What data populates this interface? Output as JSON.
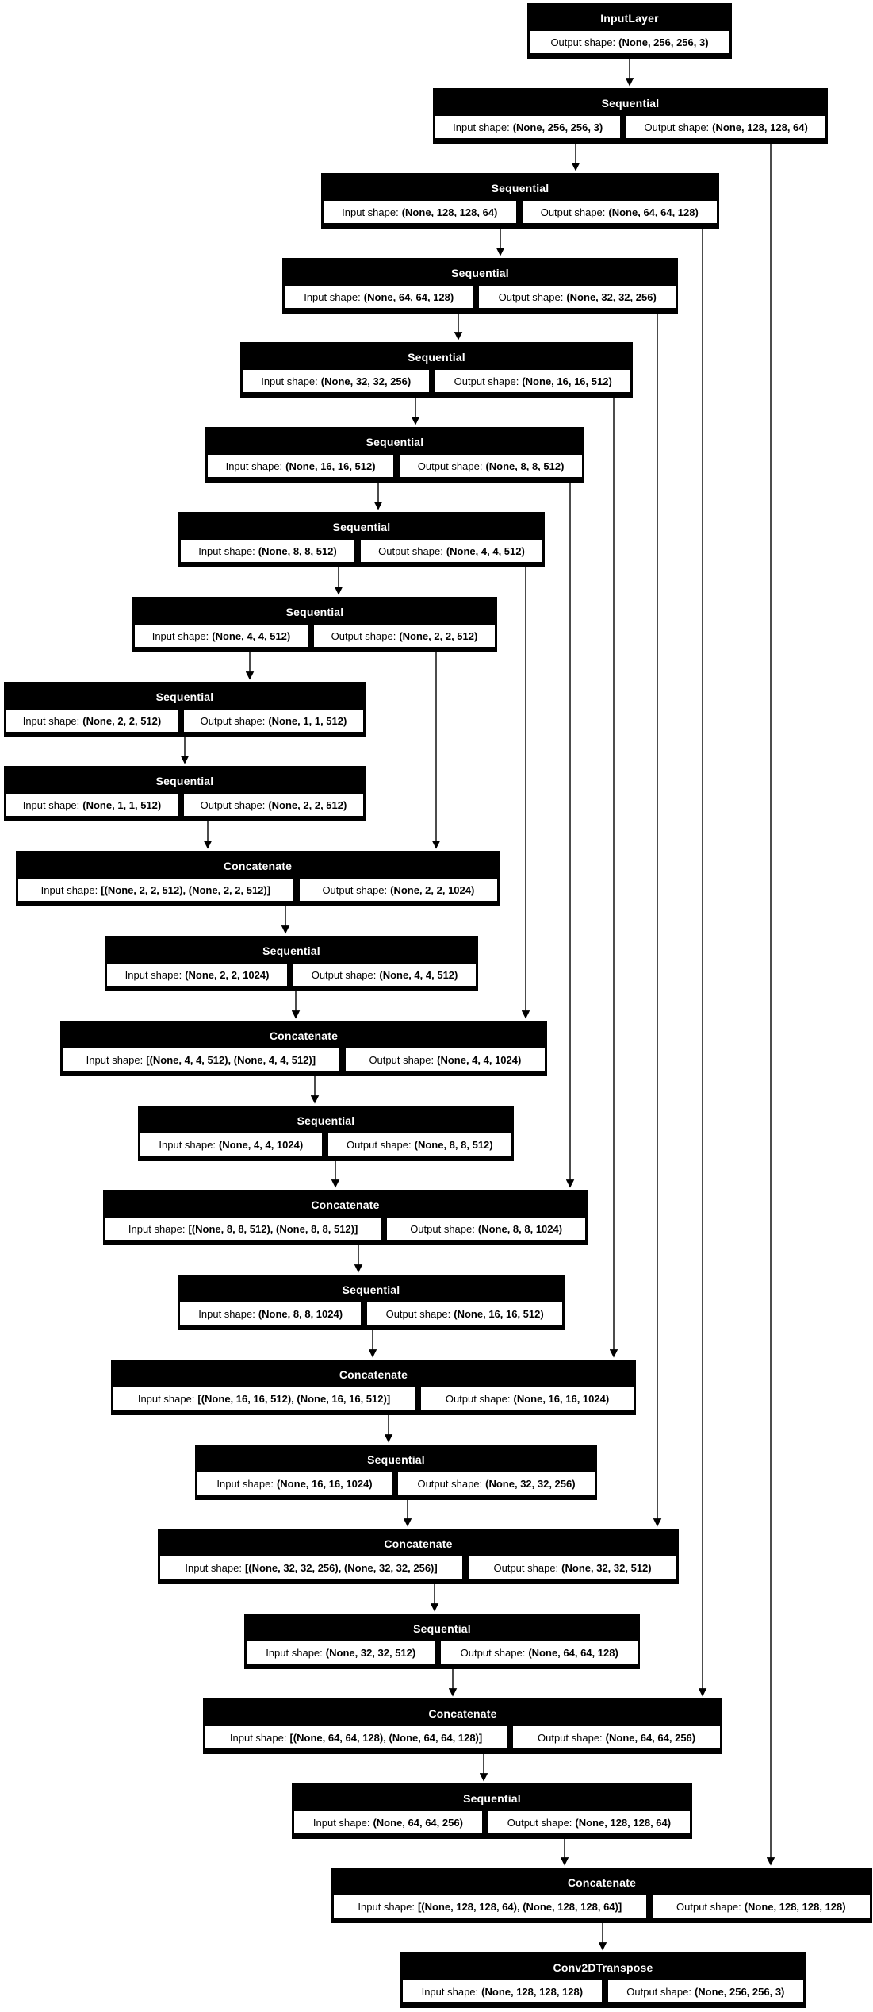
{
  "diagram": {
    "type": "keras-model-plot",
    "background_color": "#ffffff",
    "node_header_fill": "#000000",
    "node_header_text_color": "#ffffff",
    "node_cell_fill": "#ffffff",
    "node_cell_text_color": "#000000",
    "edge_color": "#000000"
  },
  "labels": {
    "input": "Input shape:",
    "output": "Output shape:"
  },
  "nodes": [
    {
      "title": "InputLayer",
      "input": null,
      "output": "(None, 256, 256, 3)"
    },
    {
      "title": "Sequential",
      "input": "(None, 256, 256, 3)",
      "output": "(None, 128, 128, 64)"
    },
    {
      "title": "Sequential",
      "input": "(None, 128, 128, 64)",
      "output": "(None, 64, 64, 128)"
    },
    {
      "title": "Sequential",
      "input": "(None, 64, 64, 128)",
      "output": "(None, 32, 32, 256)"
    },
    {
      "title": "Sequential",
      "input": "(None, 32, 32, 256)",
      "output": "(None, 16, 16, 512)"
    },
    {
      "title": "Sequential",
      "input": "(None, 16, 16, 512)",
      "output": "(None, 8, 8, 512)"
    },
    {
      "title": "Sequential",
      "input": "(None, 8, 8, 512)",
      "output": "(None, 4, 4, 512)"
    },
    {
      "title": "Sequential",
      "input": "(None, 4, 4, 512)",
      "output": "(None, 2, 2, 512)"
    },
    {
      "title": "Sequential",
      "input": "(None, 2, 2, 512)",
      "output": "(None, 1, 1, 512)"
    },
    {
      "title": "Sequential",
      "input": "(None, 1, 1, 512)",
      "output": "(None, 2, 2, 512)"
    },
    {
      "title": "Concatenate",
      "input": "[(None, 2, 2, 512), (None, 2, 2, 512)]",
      "output": "(None, 2, 2, 1024)"
    },
    {
      "title": "Sequential",
      "input": "(None, 2, 2, 1024)",
      "output": "(None, 4, 4, 512)"
    },
    {
      "title": "Concatenate",
      "input": "[(None, 4, 4, 512), (None, 4, 4, 512)]",
      "output": "(None, 4, 4, 1024)"
    },
    {
      "title": "Sequential",
      "input": "(None, 4, 4, 1024)",
      "output": "(None, 8, 8, 512)"
    },
    {
      "title": "Concatenate",
      "input": "[(None, 8, 8, 512), (None, 8, 8, 512)]",
      "output": "(None, 8, 8, 1024)"
    },
    {
      "title": "Sequential",
      "input": "(None, 8, 8, 1024)",
      "output": "(None, 16, 16, 512)"
    },
    {
      "title": "Concatenate",
      "input": "[(None, 16, 16, 512), (None, 16, 16, 512)]",
      "output": "(None, 16, 16, 1024)"
    },
    {
      "title": "Sequential",
      "input": "(None, 16, 16, 1024)",
      "output": "(None, 32, 32, 256)"
    },
    {
      "title": "Concatenate",
      "input": "[(None, 32, 32, 256), (None, 32, 32, 256)]",
      "output": "(None, 32, 32, 512)"
    },
    {
      "title": "Sequential",
      "input": "(None, 32, 32, 512)",
      "output": "(None, 64, 64, 128)"
    },
    {
      "title": "Concatenate",
      "input": "[(None, 64, 64, 128), (None, 64, 64, 128)]",
      "output": "(None, 64, 64, 256)"
    },
    {
      "title": "Sequential",
      "input": "(None, 64, 64, 256)",
      "output": "(None, 128, 128, 64)"
    },
    {
      "title": "Concatenate",
      "input": "[(None, 128, 128, 64), (None, 128, 128, 64)]",
      "output": "(None, 128, 128, 128)"
    },
    {
      "title": "Conv2DTranspose",
      "input": "(None, 128, 128, 128)",
      "output": "(None, 256, 256, 3)"
    }
  ],
  "edges": {
    "chain": [
      [
        0,
        1
      ],
      [
        1,
        2
      ],
      [
        2,
        3
      ],
      [
        3,
        4
      ],
      [
        4,
        5
      ],
      [
        5,
        6
      ],
      [
        6,
        7
      ],
      [
        7,
        8
      ],
      [
        8,
        9
      ],
      [
        9,
        10
      ],
      [
        10,
        11
      ],
      [
        11,
        12
      ],
      [
        12,
        13
      ],
      [
        13,
        14
      ],
      [
        14,
        15
      ],
      [
        15,
        16
      ],
      [
        16,
        17
      ],
      [
        17,
        18
      ],
      [
        18,
        19
      ],
      [
        19,
        20
      ],
      [
        20,
        21
      ],
      [
        21,
        22
      ],
      [
        22,
        23
      ]
    ],
    "skip": [
      [
        1,
        22
      ],
      [
        2,
        20
      ],
      [
        3,
        18
      ],
      [
        4,
        16
      ],
      [
        5,
        14
      ],
      [
        6,
        12
      ],
      [
        7,
        10
      ]
    ]
  }
}
